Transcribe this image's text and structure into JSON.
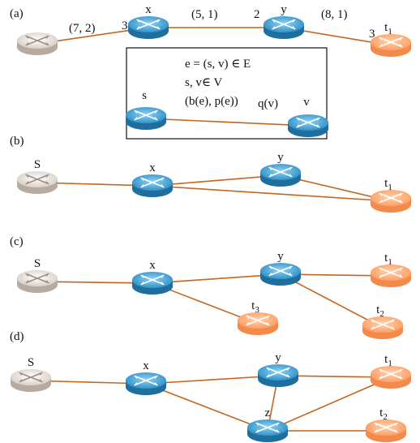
{
  "panels": [
    {
      "label": "(a)",
      "nodes": [
        {
          "id": "s",
          "label": "",
          "kind": "source"
        },
        {
          "id": "x",
          "label": "x",
          "kind": "router"
        },
        {
          "id": "y",
          "label": "y",
          "kind": "router"
        },
        {
          "id": "t1",
          "label": "t",
          "sub": "1",
          "kind": "target"
        }
      ],
      "edges": [
        [
          "s",
          "x"
        ],
        [
          "x",
          "y"
        ],
        [
          "y",
          "t1"
        ]
      ],
      "edge_labels": [
        "(7, 2)",
        "(5, 1)",
        "(8, 1)"
      ],
      "node_numbers": [
        "3",
        "2",
        "3"
      ],
      "legend": {
        "line1": "e = (s, v) ∈ E",
        "line2": "s, v∈ V",
        "line3": "(b(e), p(e))",
        "qlabel": "q(v)",
        "s_label": "s",
        "v_label": "v"
      }
    },
    {
      "label": "(b)",
      "nodes": [
        {
          "id": "S",
          "label": "S",
          "kind": "source"
        },
        {
          "id": "x",
          "label": "x",
          "kind": "router"
        },
        {
          "id": "y",
          "label": "y",
          "kind": "router"
        },
        {
          "id": "t1",
          "label": "t",
          "sub": "1",
          "kind": "target"
        }
      ],
      "edges": [
        [
          "S",
          "x"
        ],
        [
          "x",
          "y"
        ],
        [
          "y",
          "t1"
        ],
        [
          "x",
          "t1"
        ]
      ]
    },
    {
      "label": "(c)",
      "nodes": [
        {
          "id": "S",
          "label": "S",
          "kind": "source"
        },
        {
          "id": "x",
          "label": "x",
          "kind": "router"
        },
        {
          "id": "y",
          "label": "y",
          "kind": "router"
        },
        {
          "id": "t1",
          "label": "t",
          "sub": "1",
          "kind": "target"
        },
        {
          "id": "t3",
          "label": "t",
          "sub": "3",
          "kind": "target"
        },
        {
          "id": "t2",
          "label": "t",
          "sub": "2",
          "kind": "target"
        }
      ],
      "edges": [
        [
          "S",
          "x"
        ],
        [
          "x",
          "y"
        ],
        [
          "y",
          "t1"
        ],
        [
          "x",
          "t3"
        ],
        [
          "y",
          "t2"
        ]
      ]
    },
    {
      "label": "(d)",
      "nodes": [
        {
          "id": "S",
          "label": "S",
          "kind": "source"
        },
        {
          "id": "x",
          "label": "x",
          "kind": "router"
        },
        {
          "id": "y",
          "label": "y",
          "kind": "router"
        },
        {
          "id": "t1",
          "label": "t",
          "sub": "1",
          "kind": "target"
        },
        {
          "id": "z",
          "label": "z",
          "kind": "router"
        },
        {
          "id": "t2",
          "label": "t",
          "sub": "2",
          "kind": "target"
        }
      ],
      "edges": [
        [
          "S",
          "x"
        ],
        [
          "x",
          "y"
        ],
        [
          "y",
          "t1"
        ],
        [
          "y",
          "z"
        ],
        [
          "x",
          "z"
        ],
        [
          "z",
          "t1"
        ],
        [
          "z",
          "t2"
        ]
      ]
    }
  ],
  "colors": {
    "edge": "#c4661f",
    "router_top": "#3fa6dc",
    "router_side": "#1f6f9e",
    "source_top": "#ece6e0",
    "source_side": "#b7aaa0",
    "target_top": "#ffb98a",
    "target_side": "#f28a4c"
  },
  "icons": {
    "router": "router-icon",
    "source": "source-device-icon",
    "target": "target-device-icon"
  }
}
